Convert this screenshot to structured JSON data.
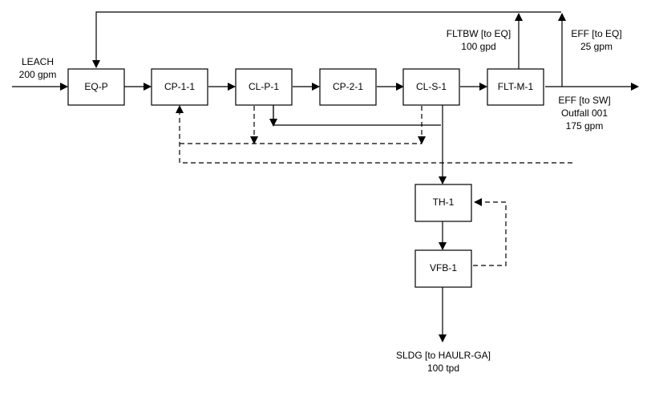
{
  "diagram": {
    "type": "process-flow",
    "line_color": "#000000",
    "background": "#ffffff",
    "units": [
      {
        "id": "EQ-P",
        "label": "EQ-P"
      },
      {
        "id": "CP-1-1",
        "label": "CP-1-1"
      },
      {
        "id": "CL-P-1",
        "label": "CL-P-1"
      },
      {
        "id": "CP-2-1",
        "label": "CP-2-1"
      },
      {
        "id": "CL-S-1",
        "label": "CL-S-1"
      },
      {
        "id": "FLT-M-1",
        "label": "FLT-M-1"
      },
      {
        "id": "TH-1",
        "label": "TH-1"
      },
      {
        "id": "VFB-1",
        "label": "VFB-1"
      }
    ],
    "streams": {
      "leach": {
        "line1": "LEACH",
        "line2": "200 gpm"
      },
      "fltbw": {
        "line1": "FLTBW [to EQ]",
        "line2": "100 gpd"
      },
      "eff_eq": {
        "line1": "EFF [to EQ]",
        "line2": "25 gpm"
      },
      "eff_sw": {
        "line1": "EFF [to SW]",
        "line2": "Outfall 001",
        "line3": "175 gpm"
      },
      "sldg": {
        "line1": "SLDG [to HAULR-GA]",
        "line2": "100 tpd"
      }
    },
    "connections": [
      {
        "from": "LEACH",
        "to": "EQ-P",
        "style": "solid"
      },
      {
        "from": "EQ-P",
        "to": "CP-1-1",
        "style": "solid"
      },
      {
        "from": "CP-1-1",
        "to": "CL-P-1",
        "style": "solid"
      },
      {
        "from": "CL-P-1",
        "to": "CP-2-1",
        "style": "solid"
      },
      {
        "from": "CP-2-1",
        "to": "CL-S-1",
        "style": "solid"
      },
      {
        "from": "CL-S-1",
        "to": "FLT-M-1",
        "style": "solid"
      },
      {
        "from": "FLT-M-1",
        "to": "EFF [to SW]",
        "style": "solid"
      },
      {
        "from": "FLT-M-1",
        "to": "EQ-P",
        "via": "FLTBW",
        "style": "solid"
      },
      {
        "from": "EFF",
        "to": "EQ-P",
        "via": "EFF [to EQ]",
        "style": "solid"
      },
      {
        "from": "CL-S-1",
        "to": "TH-1",
        "style": "solid"
      },
      {
        "from": "CL-S-1",
        "to": "CL-P-1 sludge line",
        "style": "solid"
      },
      {
        "from": "CL-P-1",
        "to": "dashed return",
        "style": "dashed"
      },
      {
        "from": "CL-S-1",
        "to": "dashed return",
        "style": "dashed"
      },
      {
        "from": "dashed return",
        "to": "CP-1-1",
        "style": "dashed"
      },
      {
        "from": "TH-1",
        "to": "VFB-1",
        "style": "solid"
      },
      {
        "from": "VFB-1",
        "to": "TH-1",
        "style": "dashed"
      },
      {
        "from": "VFB-1",
        "to": "SLDG",
        "style": "solid"
      }
    ]
  }
}
